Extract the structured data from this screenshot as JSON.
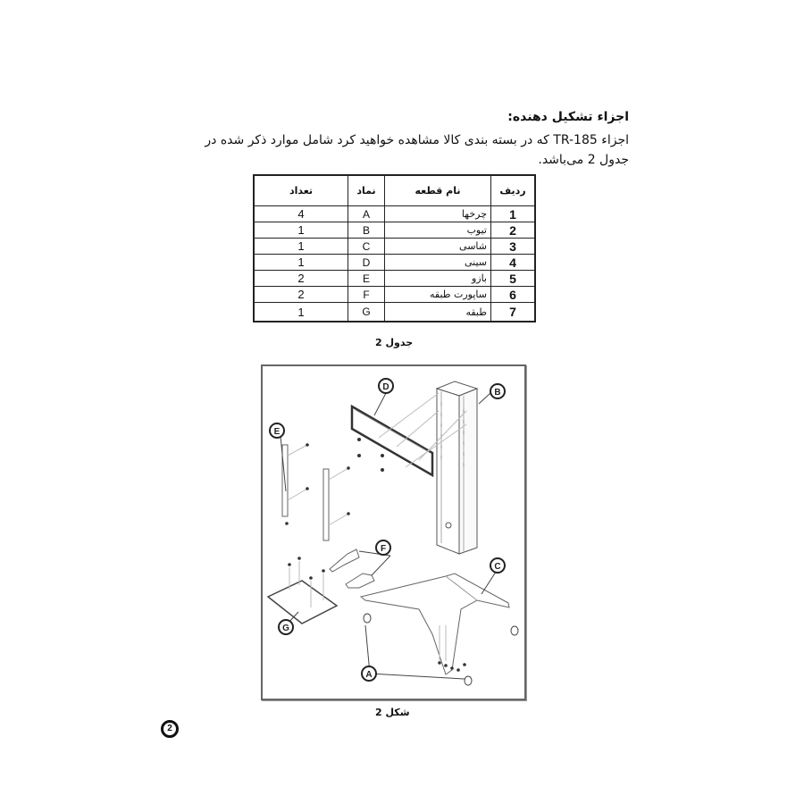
{
  "section": {
    "title": "اجزاء تشکیل دهنده:",
    "paragraph_lines": [
      "اجزاء TR-185 که در بسته بندی کالا مشاهده خواهید کرد شامل موارد ذکر شده در",
      "جدول 2 می‌باشد."
    ]
  },
  "table": {
    "headers": {
      "row": "ردیف",
      "name": "نام قطعه",
      "symbol": "نماد",
      "qty": "تعداد"
    },
    "rows": [
      {
        "row": "1",
        "name": "چرخها",
        "symbol": "A",
        "qty": "4"
      },
      {
        "row": "2",
        "name": "تیوب",
        "symbol": "B",
        "qty": "1"
      },
      {
        "row": "3",
        "name": "شاسی",
        "symbol": "C",
        "qty": "1"
      },
      {
        "row": "4",
        "name": "سینی",
        "symbol": "D",
        "qty": "1"
      },
      {
        "row": "5",
        "name": "بازو",
        "symbol": "E",
        "qty": "2"
      },
      {
        "row": "6",
        "name": "ساپورت طبقه",
        "symbol": "F",
        "qty": "2"
      },
      {
        "row": "7",
        "name": "طبقه",
        "symbol": "G",
        "qty": "1"
      }
    ],
    "caption": "جدول 2"
  },
  "figure": {
    "labels": {
      "A": "A",
      "B": "B",
      "C": "C",
      "D": "D",
      "E": "E",
      "F": "F",
      "G": "G"
    },
    "caption": "شکل 2"
  },
  "page_number": "2"
}
